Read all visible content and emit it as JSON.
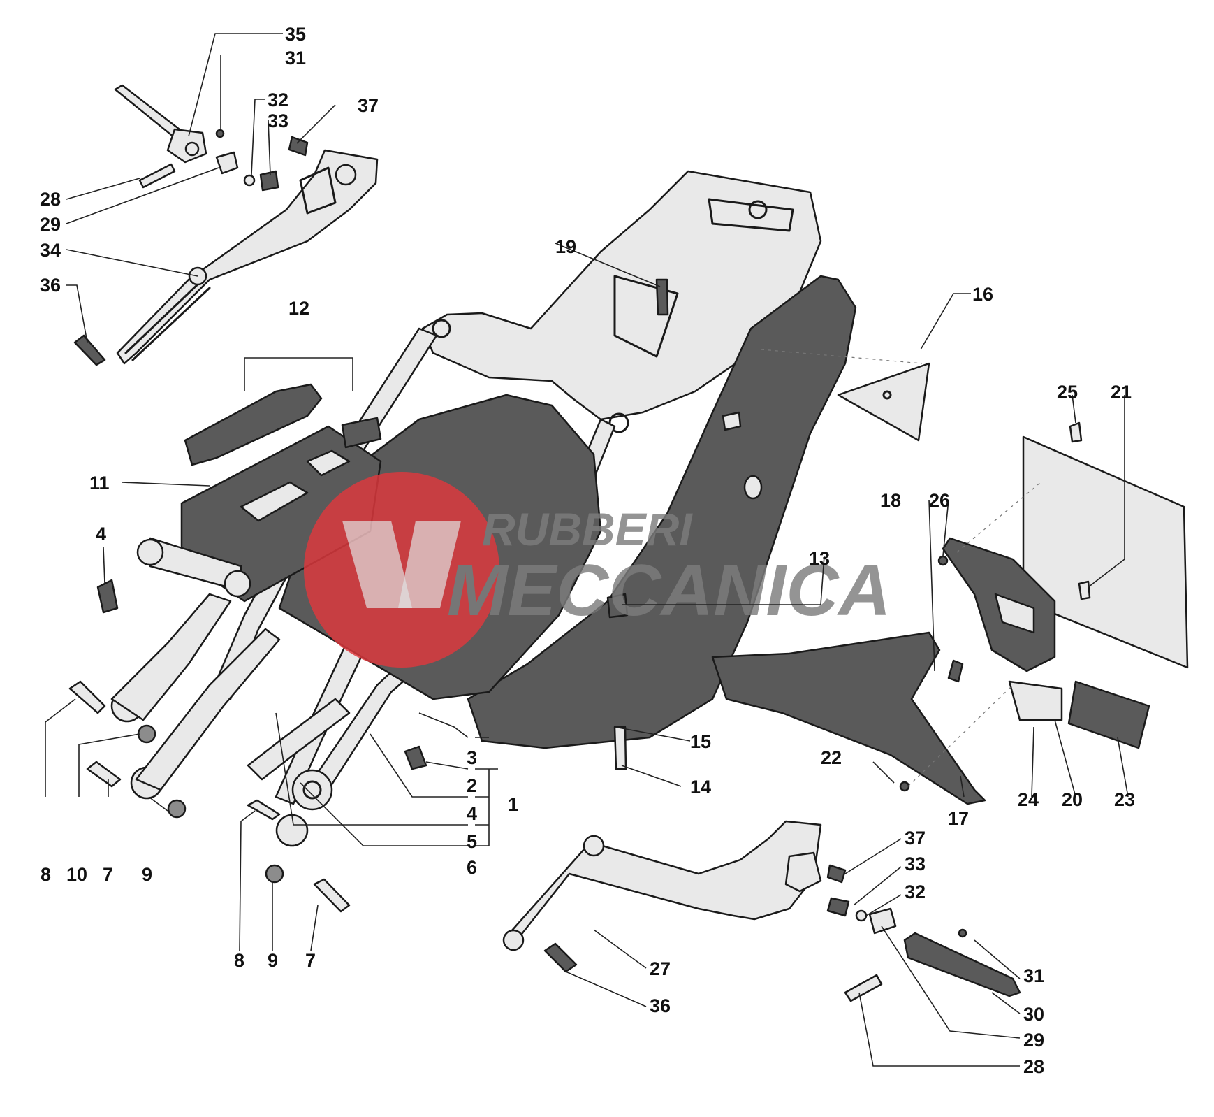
{
  "watermark": {
    "line1": "RUBBERI",
    "line2": "MECCANICA",
    "logo_color": "#e0393e",
    "text_color": "#7d7d7d"
  },
  "callouts": {
    "c1": "1",
    "c2": "2",
    "c3": "3",
    "c4a": "4",
    "c4b": "4",
    "c5": "5",
    "c6": "6",
    "c7a": "7",
    "c7b": "7",
    "c8a": "8",
    "c8b": "8",
    "c9a": "9",
    "c9b": "9",
    "c10": "10",
    "c11": "11",
    "c12": "12",
    "c13": "13",
    "c14": "14",
    "c15": "15",
    "c16": "16",
    "c17": "17",
    "c18": "18",
    "c19": "19",
    "c20": "20",
    "c21": "21",
    "c22": "22",
    "c23": "23",
    "c24": "24",
    "c25": "25",
    "c26": "26",
    "c27": "27",
    "c28a": "28",
    "c28b": "28",
    "c29a": "29",
    "c29b": "29",
    "c30": "30",
    "c31a": "31",
    "c31b": "31",
    "c32a": "32",
    "c32b": "32",
    "c33a": "33",
    "c33b": "33",
    "c34": "34",
    "c35": "35",
    "c36a": "36",
    "c36b": "36",
    "c37a": "37",
    "c37b": "37"
  }
}
